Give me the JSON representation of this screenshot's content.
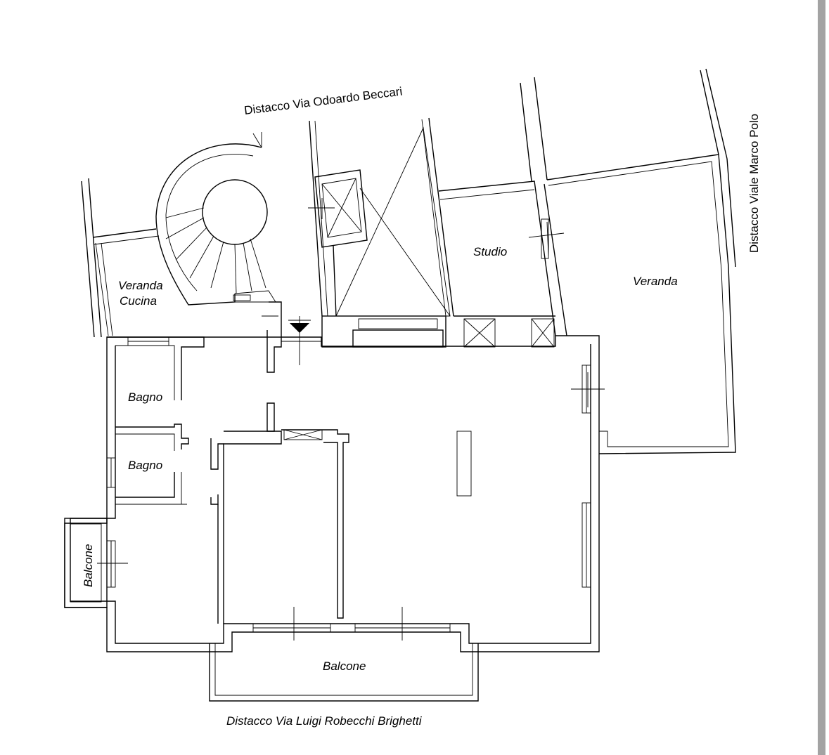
{
  "plan": {
    "streets": {
      "north": "Distacco Via Odoardo Beccari",
      "east": "Distacco Viale Marco Polo",
      "south": "Distacco Via Luigi Robecchi Brighetti"
    },
    "rooms": {
      "veranda_cucina_line1": "Veranda",
      "veranda_cucina_line2": "Cucina",
      "studio": "Studio",
      "veranda": "Veranda",
      "bagno_upper": "Bagno",
      "bagno_lower": "Bagno",
      "balcone_west": "Balcone",
      "balcone_south": "Balcone"
    }
  },
  "colors": {
    "line": "#000000",
    "background": "#ffffff",
    "scrollbar": "#a3a3a3"
  }
}
